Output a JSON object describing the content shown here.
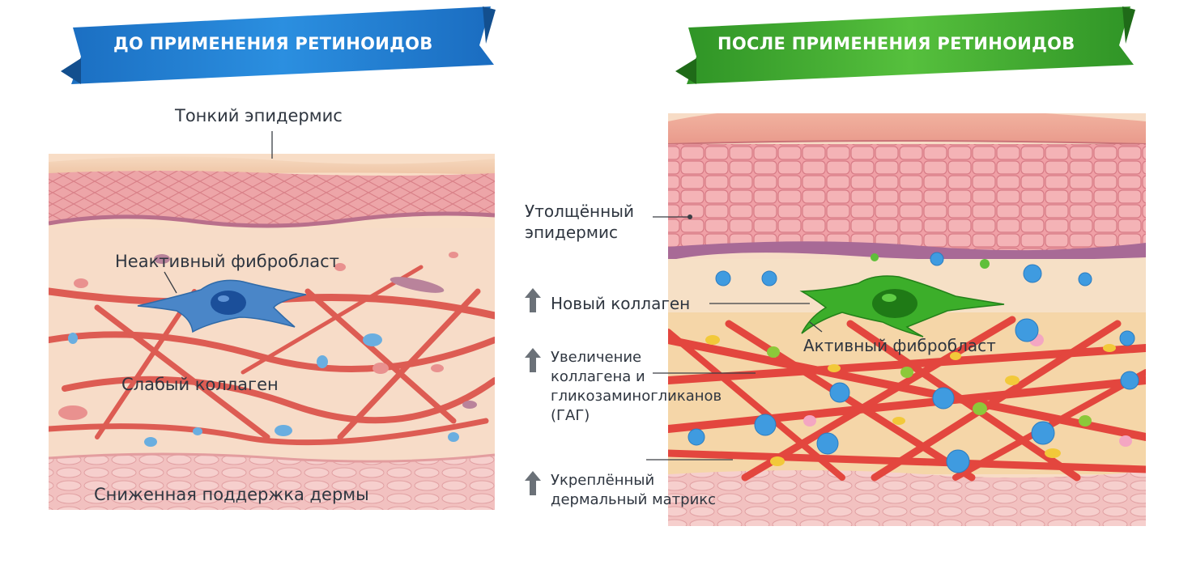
{
  "before": {
    "banner": "ДО ПРИМЕНЕНИЯ РЕТИНОИДОВ",
    "labels": {
      "thin_epidermis": "Тонкий эпидермис",
      "inactive_fibroblast": "Неактивный фибробласт",
      "weak_collagen": "Слабый коллаген",
      "reduced_support": "Сниженная поддержка дермы"
    }
  },
  "after": {
    "banner": "ПОСЛЕ ПРИМЕНЕНИЯ РЕТИНОИДОВ",
    "labels": {
      "thick_epidermis_1": "Утолщённый",
      "thick_epidermis_2": "эпидермис",
      "new_collagen": "Новый коллаген",
      "active_fibroblast": "Активный фибробласт",
      "increase_1": "Увеличение",
      "increase_2": "коллагена и",
      "increase_3": "гликозаминогликанов",
      "increase_4": "(ГАГ)",
      "matrix_1": "Укреплённый",
      "matrix_2": "дермальный матрикс"
    }
  },
  "colors": {
    "before_banner": "#1f7fd0",
    "after_banner": "#3fa535",
    "inactive_fibroblast": "#4a86c8",
    "active_fibroblast": "#3cae2a",
    "collagen": "#d9463f",
    "arrow": "#6b7178"
  },
  "icons": {
    "increase": "up-arrow-icon"
  }
}
